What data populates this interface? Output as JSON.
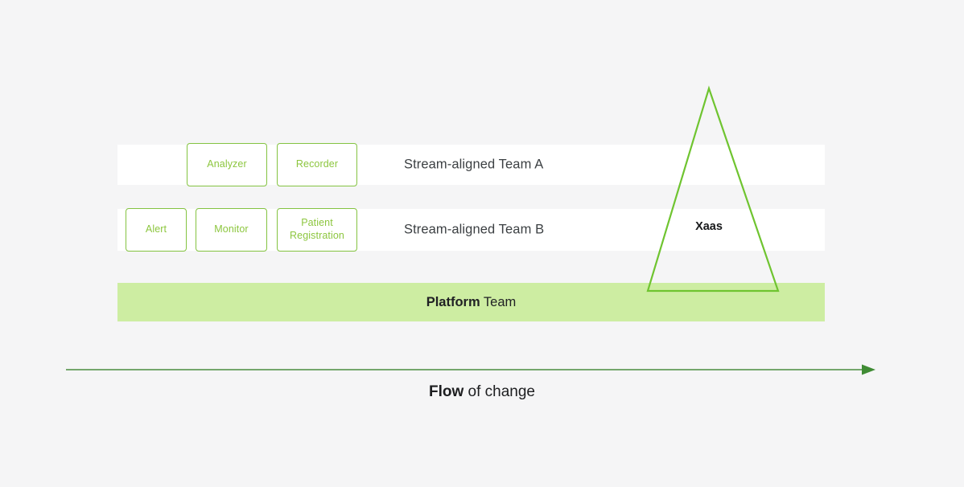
{
  "diagram": {
    "title": "Team Topologies flow of change",
    "colors": {
      "background": "#f5f5f6",
      "row_fill": "#ffffff",
      "accent_green": "#8cc63e",
      "border_green": "#84c341",
      "platform_fill": "#cdeda2",
      "arrow_green": "#4a8c3f",
      "text_dark": "#3c4043"
    },
    "rows": [
      {
        "id": "team-a",
        "label": "Stream-aligned Team A",
        "boxes": [
          {
            "id": "analyzer",
            "label": "Analyzer"
          },
          {
            "id": "recorder",
            "label": "Recorder"
          }
        ]
      },
      {
        "id": "team-b",
        "label": "Stream-aligned Team B",
        "boxes": [
          {
            "id": "alert",
            "label": "Alert"
          },
          {
            "id": "monitor",
            "label": "Monitor"
          },
          {
            "id": "patient-registration",
            "label": "Patient Registration",
            "line1": "Patient",
            "line2": "Registration"
          }
        ]
      }
    ],
    "platform": {
      "label_bold": "Platform",
      "label_rest": " Team",
      "label_full": "Platform Team"
    },
    "xaas": {
      "label": "Xaas",
      "shape": "triangle"
    },
    "flow": {
      "caption_bold": "Flow",
      "caption_rest": " of change",
      "caption_full": "Flow of change",
      "direction": "left-to-right",
      "arrow_icon": "arrow-right-icon"
    }
  }
}
